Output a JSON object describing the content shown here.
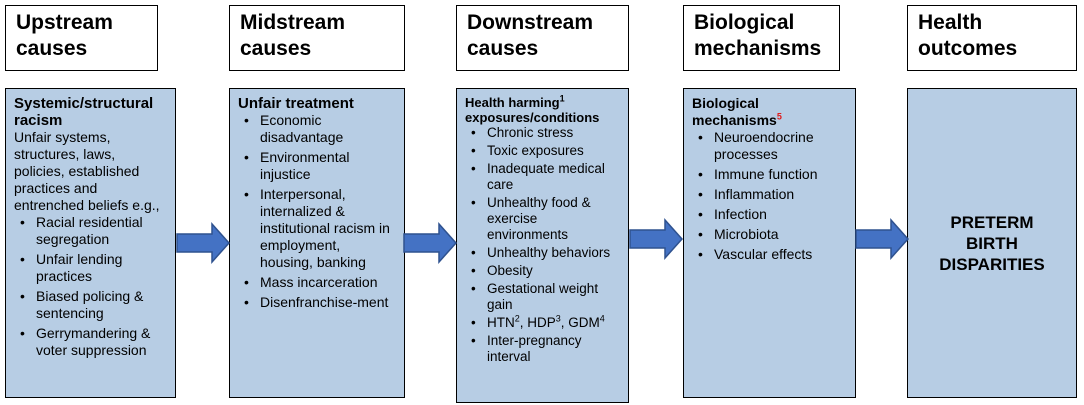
{
  "headers": {
    "upstream": [
      "Upstream",
      "causes"
    ],
    "midstream": [
      "Midstream",
      "causes"
    ],
    "downstream": [
      "Downstream",
      "causes"
    ],
    "biological": [
      "Biological",
      "mechanisms"
    ],
    "outcomes": [
      "Health",
      "outcomes"
    ]
  },
  "upstream": {
    "title": "Systemic/structural racism",
    "description": "Unfair systems, structures, laws, policies, established practices and entrenched beliefs e.g.,",
    "items": [
      "Racial residential segregation",
      "Unfair lending practices",
      "Biased policing & sentencing",
      "Gerrymandering & voter suppression"
    ]
  },
  "midstream": {
    "title": "Unfair treatment",
    "items": [
      "Economic disadvantage",
      "Environmental injustice",
      "Interpersonal, internalized & institutional racism in employment, housing, banking",
      "Mass incarceration",
      "Disenfranchise-ment"
    ]
  },
  "downstream": {
    "title": "Health harming",
    "title_sup": "1",
    "title_line2": "exposures/conditions",
    "items": [
      "Chronic stress",
      "Toxic exposures",
      "Inadequate medical care",
      "Unhealthy food & exercise environments",
      "Unhealthy behaviors",
      "Obesity",
      "Gestational weight gain"
    ],
    "htn": {
      "a": "HTN",
      "a_sup": "2",
      "b": ", HDP",
      "b_sup": "3",
      "c": ", GDM",
      "c_sup": "4"
    },
    "last_item": "Inter-pregnancy interval"
  },
  "biological": {
    "title": "Biological mechanisms",
    "title_sup": "5",
    "items": [
      "Neuroendocrine processes",
      "Immune function",
      "Inflammation",
      "Infection",
      "Microbiota",
      "Vascular effects"
    ]
  },
  "outcome": {
    "text": [
      "PRETERM",
      "BIRTH",
      "DISPARITIES"
    ]
  },
  "colors": {
    "box_fill": "#b7cde4",
    "arrow_fill": "#4472c4",
    "arrow_stroke": "#2f528f",
    "footnote_red": "#e01b1b"
  }
}
